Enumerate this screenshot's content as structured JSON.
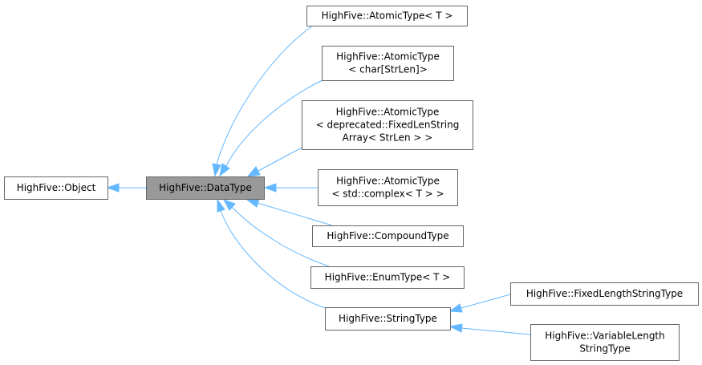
{
  "nodes": {
    "object": {
      "lines": [
        "HighFive::Object"
      ]
    },
    "datatype": {
      "lines": [
        "HighFive::DataType"
      ]
    },
    "atomic_t": {
      "lines": [
        "HighFive::AtomicType< T >"
      ]
    },
    "atomic_char": {
      "lines": [
        "HighFive::AtomicType",
        "< char[StrLen]>"
      ]
    },
    "atomic_fixedlen": {
      "lines": [
        "HighFive::AtomicType",
        "< deprecated::FixedLenString",
        "Array< StrLen > >"
      ]
    },
    "atomic_complex": {
      "lines": [
        "HighFive::AtomicType",
        "< std::complex< T > >"
      ]
    },
    "compound": {
      "lines": [
        "HighFive::CompoundType"
      ]
    },
    "enum_t": {
      "lines": [
        "HighFive::EnumType< T >"
      ]
    },
    "stringtype": {
      "lines": [
        "HighFive::StringType"
      ]
    },
    "fixedlength": {
      "lines": [
        "HighFive::FixedLengthStringType"
      ]
    },
    "variablelength": {
      "lines": [
        "HighFive::VariableLength",
        "StringType"
      ]
    }
  },
  "colors": {
    "edge": "#63b8ff",
    "node_border": "#666666",
    "current_fill": "#999999"
  }
}
